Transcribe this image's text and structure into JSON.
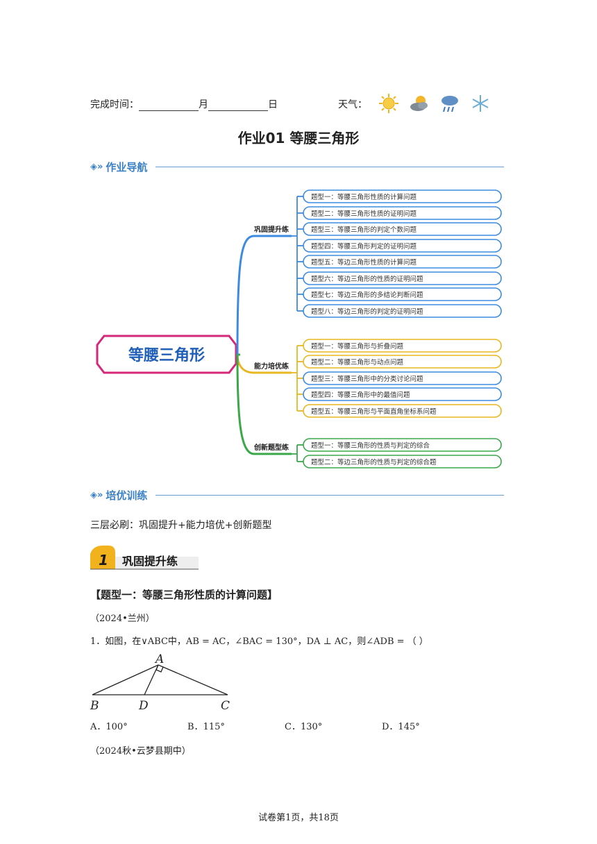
{
  "header": {
    "label_time": "完成时间：",
    "month": "月",
    "day": "日",
    "label_weather": "天气："
  },
  "weather_icons": [
    "sun-icon",
    "partly-cloudy-icon",
    "rain-icon",
    "snowflake-icon"
  ],
  "title": "作业01  等腰三角形",
  "section_nav": "作业导航",
  "mindmap": {
    "root": "等腰三角形",
    "branches": [
      {
        "label": "巩固提升练",
        "color": "#3d8be0",
        "items": [
          "题型一：等腰三角形性质的计算问题",
          "题型二：等腰三角形性质的证明问题",
          "题型三：等腰三角形的判定个数问题",
          "题型四：等腰三角形判定的证明问题",
          "题型五：等边三角形性质的计算问题",
          "题型六：等边三角形的性质的证明问题",
          "题型七：等边三角形的多结论判断问题",
          "题型八：等边三角形的判定的证明问题"
        ]
      },
      {
        "label": "能力培优练",
        "color": "#e8b721",
        "items": [
          "题型一：等腰三角形与折叠问题",
          "题型二：等腰三角形与动点问题",
          "题型三：等腰三角形中的分类讨论问题",
          "题型四：等腰三角形中的最值问题",
          "题型五：等腰三角形与平面直角坐标系问题"
        ]
      },
      {
        "label": "创新题型练",
        "color": "#3aa84a",
        "items": [
          "题型一：等腰三角形的性质与判定的综合",
          "题型二：等边三角形的性质与判定的综合题"
        ]
      }
    ]
  },
  "section_train": "培优训练",
  "three_layers": "三层必刷：巩固提升+能力培优+创新题型",
  "badge": {
    "number": "1",
    "label": "巩固提升练"
  },
  "type_heading": "【题型一：等腰三角形性质的计算问题】",
  "source1": "（2024•兰州）",
  "question": {
    "number": "1．",
    "text": "如图，在∨ABC中，AB = AC，∠BAC = 130°，DA ⊥ AC，则∠ADB = （     ）"
  },
  "figure_labels": {
    "A": "A",
    "B": "B",
    "C": "C",
    "D": "D"
  },
  "options": [
    "A．100°",
    "B．115°",
    "C．130°",
    "D．145°"
  ],
  "source2": "（2024秋•云梦县期中）",
  "footer": "试卷第1页，共18页"
}
